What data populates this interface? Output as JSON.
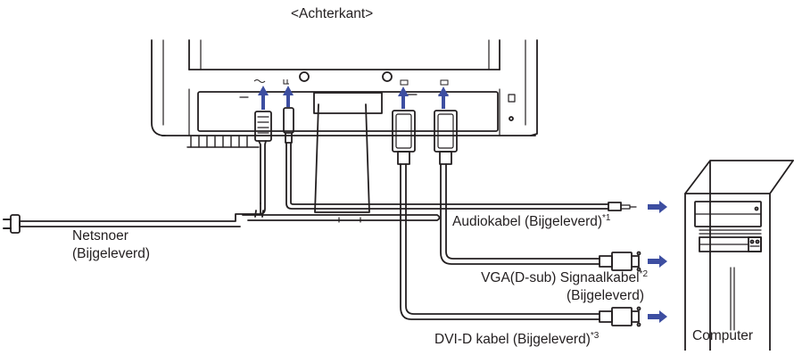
{
  "diagram": {
    "title": "<Achterkant>",
    "power_cord": {
      "line1": "Netsnoer",
      "line2": "(Bijgeleverd)"
    },
    "audio_cable": {
      "label": "Audiokabel (Bijgeleverd)",
      "footnote": "*1"
    },
    "vga_cable": {
      "line1": "VGA(D-sub) Signaalkabel",
      "footnote": "*2",
      "line2": "(Bijgeleverd)"
    },
    "dvi_cable": {
      "label": "DVI-D kabel (Bijgeleverd)",
      "footnote": "*3"
    },
    "computer": {
      "label": "Computer"
    },
    "colors": {
      "line": "#231f20",
      "arrow": "#3d4ea1",
      "background": "#ffffff"
    }
  }
}
